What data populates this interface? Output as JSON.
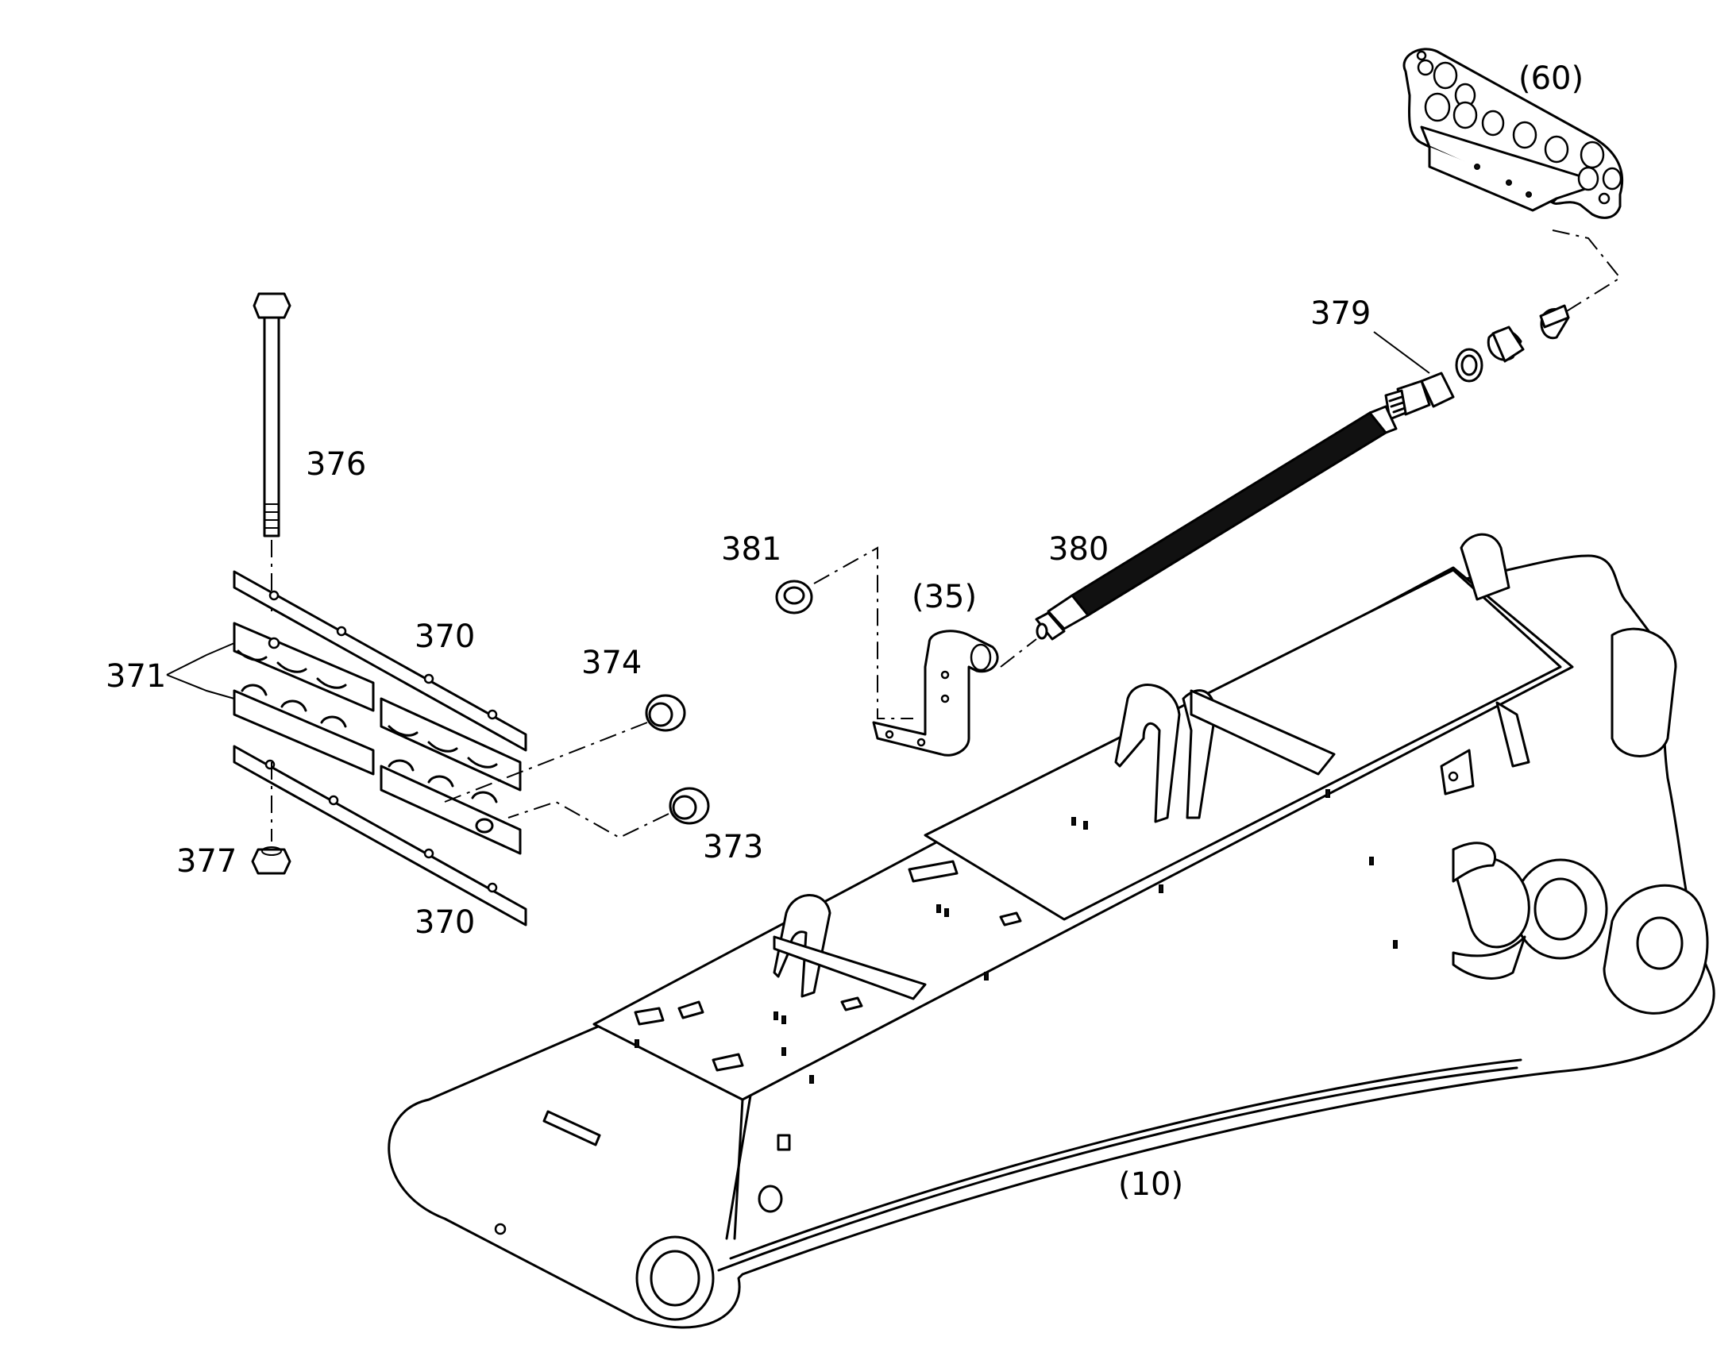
{
  "labels": {
    "p60": "(60)",
    "p379": "379",
    "p376": "376",
    "p381": "381",
    "p380": "380",
    "p35": "(35)",
    "p370_top": "370",
    "p374": "374",
    "p371": "371",
    "p373": "373",
    "p377": "377",
    "p370_bottom": "370",
    "p10": "(10)"
  },
  "colors": {
    "line": "#000000",
    "background": "#ffffff"
  }
}
